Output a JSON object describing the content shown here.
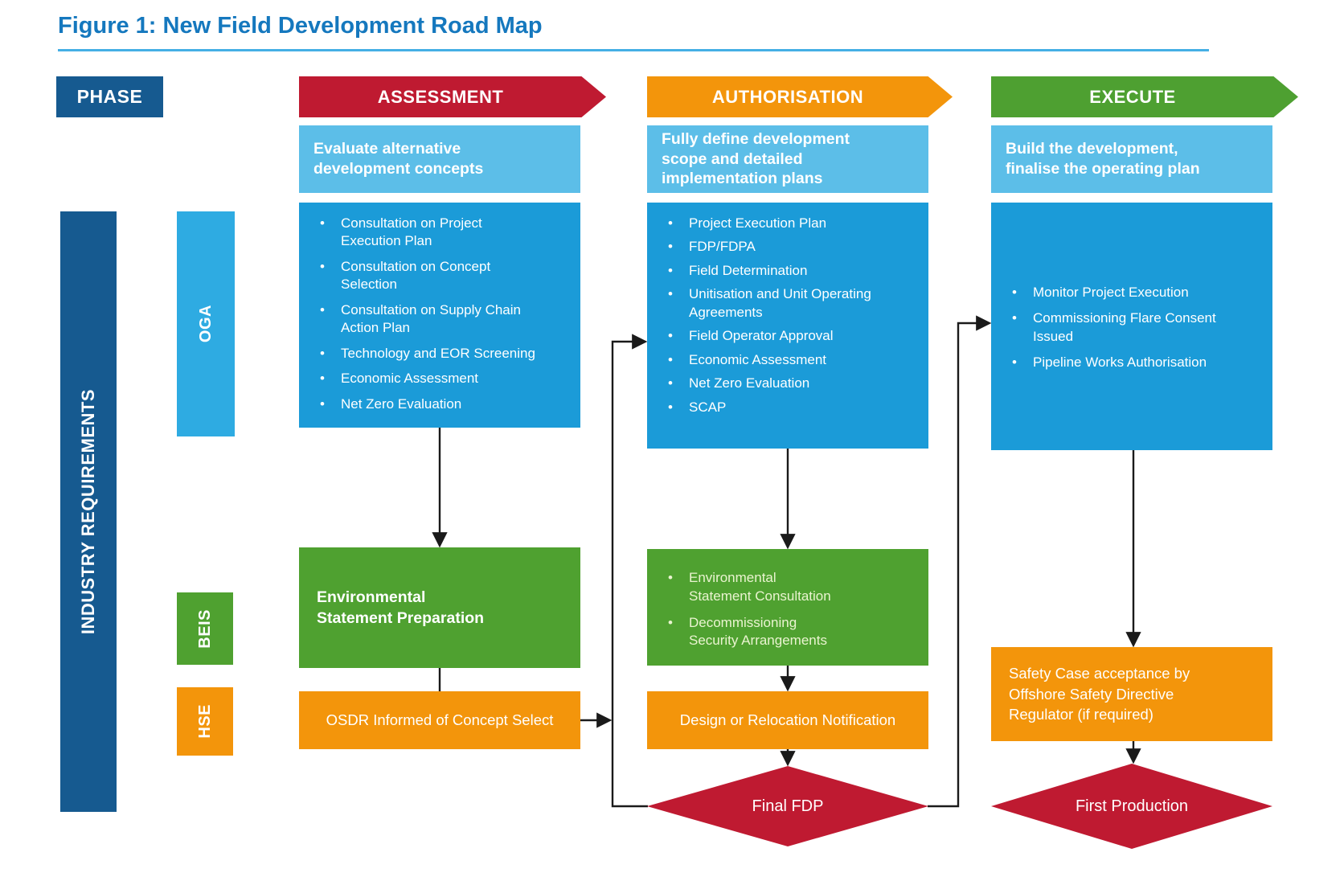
{
  "figure": {
    "title": "Figure 1: New Field Development Road Map"
  },
  "labels": {
    "phase": "PHASE",
    "industry_requirements": "INDUSTRY REQUIREMENTS",
    "oga": "OGA",
    "beis": "BEIS",
    "hse": "HSE"
  },
  "assessment": {
    "header": "ASSESSMENT",
    "subtitle": "Evaluate alternative\ndevelopment concepts",
    "oga_items": [
      "Consultation on Project\nExecution Plan",
      "Consultation on Concept\nSelection",
      "Consultation on Supply Chain\nAction Plan",
      "Technology and EOR Screening",
      "Economic Assessment",
      "Net Zero Evaluation"
    ],
    "beis_label": "Environmental\nStatement Preparation",
    "hse_label": "OSDR Informed of Concept Select"
  },
  "authorisation": {
    "header": "AUTHORISATION",
    "subtitle": "Fully define development\nscope and detailed\nimplementation plans",
    "oga_items": [
      "Project Execution Plan",
      "FDP/FDPA",
      "Field Determination",
      "Unitisation and Unit Operating\nAgreements",
      "Field Operator Approval",
      "Economic Assessment",
      "Net Zero Evaluation",
      "SCAP"
    ],
    "beis_items": [
      "Environmental\nStatement Consultation",
      "Decommissioning\nSecurity Arrangements"
    ],
    "hse_label": "Design or Relocation Notification",
    "decision_label": "Final FDP"
  },
  "execute": {
    "header": "EXECUTE",
    "subtitle": "Build the development,\nfinalise the operating plan",
    "oga_items": [
      "Monitor Project Execution",
      "Commissioning Flare Consent\nIssued",
      "Pipeline Works Authorisation"
    ],
    "hse_label": "Safety Case acceptance by\nOffshore Safety Directive\nRegulator (if required)",
    "milestone_label": "First Production"
  },
  "colors": {
    "title_blue": "#1578BE",
    "dark_blue": "#165A90",
    "content_blue": "#1B9BD8",
    "oga_blue": "#2EABE2",
    "light_blue": "#5CBEE8",
    "assessment_red": "#BF1A31",
    "authorisation_orange": "#F3950B",
    "execute_green": "#4FA130",
    "connector_black": "#1A1A1A"
  }
}
